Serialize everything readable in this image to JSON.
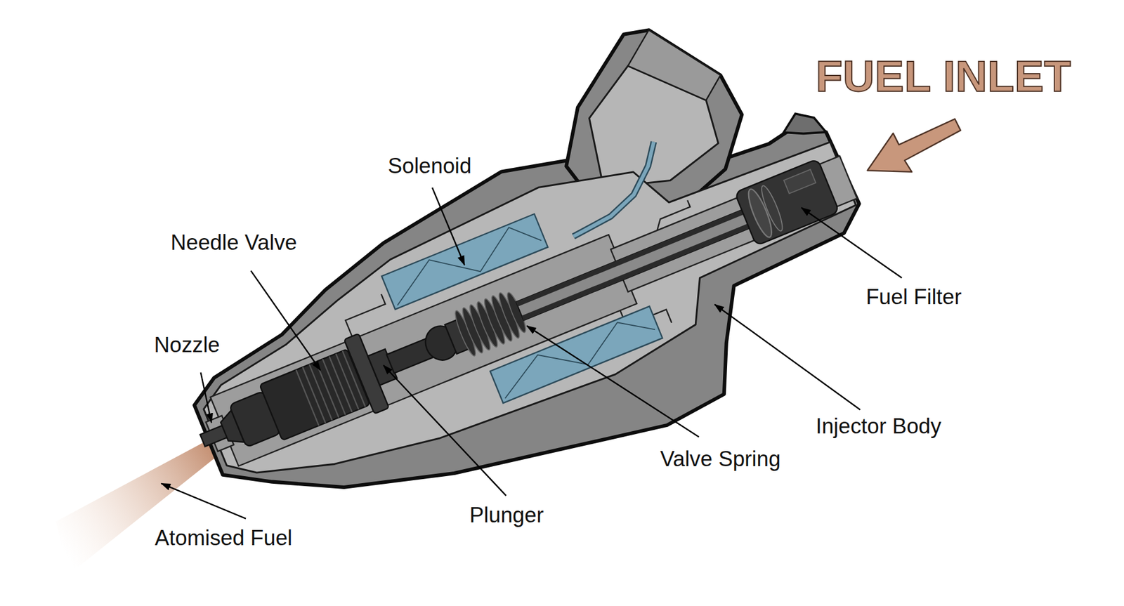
{
  "diagram": {
    "labels": [
      "FUEL INLET",
      "Solenoid",
      "Needle Valve",
      "Fuel Filter",
      "Nozzle",
      "Injector Body",
      "Valve Spring",
      "Plunger",
      "Atomised Fuel"
    ]
  }
}
